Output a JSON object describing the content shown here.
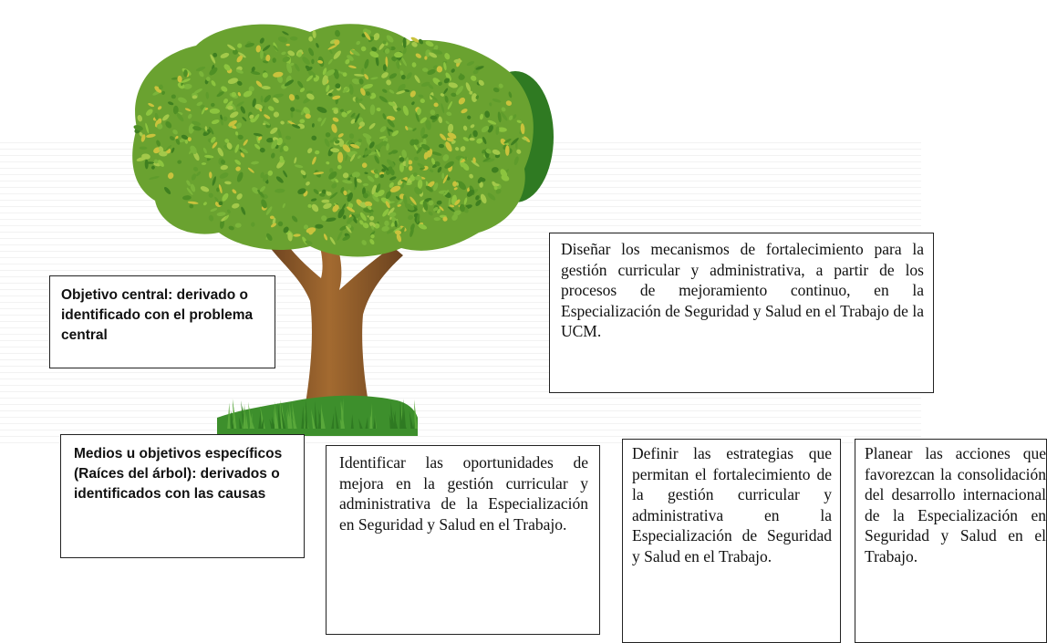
{
  "labels": {
    "central_title": "Objetivo central: derivado o identificado con el problema central",
    "roots_title": "Medios u objetivos específicos (Raíces del árbol): derivados o identificados con las causas"
  },
  "central_objective": "Diseñar los mecanismos de fortalecimiento para la gestión curricular y administrativa, a partir de los procesos de mejoramiento continuo, en la Especialización de Seguridad y Salud en el Trabajo de la UCM.",
  "specific_objectives": [
    "Identificar las oportunidades de mejora en la gestión curricular y administrativa de la Especialización en Seguridad y Salud en el Trabajo.",
    "Definir las estrategias que permitan el fortalecimiento de la gestión curricular y administrativa en la Especialización de Seguridad y Salud en el Trabajo.",
    "Planear las acciones que favorezcan la consolidación del desarrollo internacional de la Especialización en Seguridad y Salud en el Trabajo."
  ],
  "colors": {
    "foliage": "#6aa230",
    "foliage_dark": "#2f7a22",
    "trunk": "#8a5a2b",
    "grass": "#3d8f2c"
  }
}
